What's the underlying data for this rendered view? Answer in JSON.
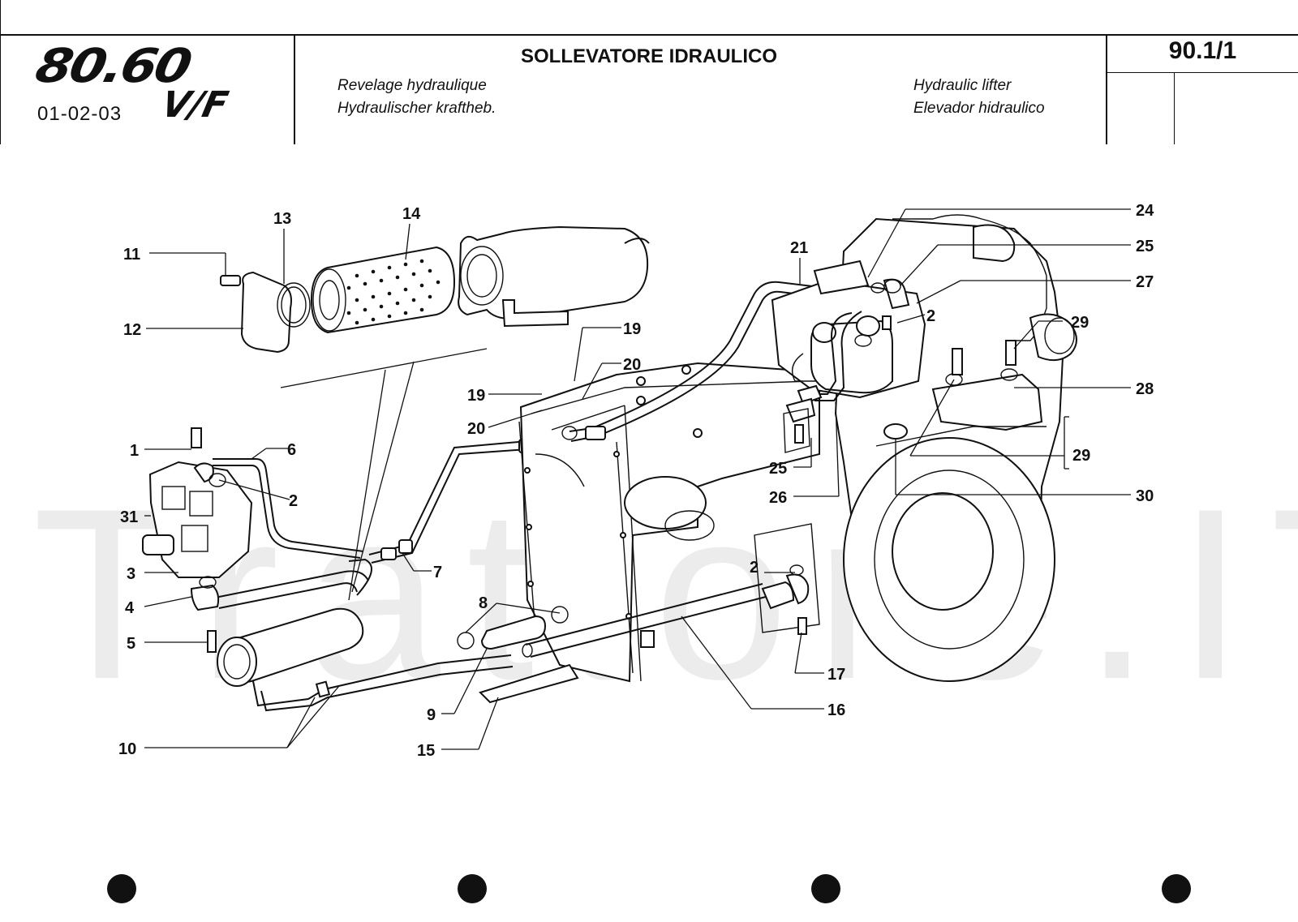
{
  "header": {
    "logo": {
      "models": "80.60",
      "variant": "V/F",
      "codes": "01-02-03"
    },
    "title": "SOLLEVATORE IDRAULICO",
    "title_fr": "Revelage hydraulique",
    "title_de": "Hydraulischer kraftheb.",
    "title_en": "Hydraulic lifter",
    "title_es": "Elevador hidraulico",
    "page_number": "90.1/1"
  },
  "watermark": "Trattore.IT",
  "callouts": [
    {
      "id": "c11",
      "label": "11"
    },
    {
      "id": "c12",
      "label": "12"
    },
    {
      "id": "c13",
      "label": "13"
    },
    {
      "id": "c14",
      "label": "14"
    },
    {
      "id": "c1",
      "label": "1"
    },
    {
      "id": "c6",
      "label": "6"
    },
    {
      "id": "c2a",
      "label": "2"
    },
    {
      "id": "c31",
      "label": "31"
    },
    {
      "id": "c3",
      "label": "3"
    },
    {
      "id": "c4",
      "label": "4"
    },
    {
      "id": "c5",
      "label": "5"
    },
    {
      "id": "c10",
      "label": "10"
    },
    {
      "id": "c7",
      "label": "7"
    },
    {
      "id": "c8",
      "label": "8"
    },
    {
      "id": "c9",
      "label": "9"
    },
    {
      "id": "c15",
      "label": "15"
    },
    {
      "id": "c19a",
      "label": "19"
    },
    {
      "id": "c20a",
      "label": "20"
    },
    {
      "id": "c19b",
      "label": "19"
    },
    {
      "id": "c20b",
      "label": "20"
    },
    {
      "id": "c21",
      "label": "21"
    },
    {
      "id": "c24",
      "label": "24"
    },
    {
      "id": "c25a",
      "label": "25"
    },
    {
      "id": "c27",
      "label": "27"
    },
    {
      "id": "c2b",
      "label": "2"
    },
    {
      "id": "c29a",
      "label": "29"
    },
    {
      "id": "c28",
      "label": "28"
    },
    {
      "id": "c29b",
      "label": "29"
    },
    {
      "id": "c30",
      "label": "30"
    },
    {
      "id": "c25b",
      "label": "25"
    },
    {
      "id": "c26",
      "label": "26"
    },
    {
      "id": "c2c",
      "label": "2"
    },
    {
      "id": "c16",
      "label": "16"
    },
    {
      "id": "c17",
      "label": "17"
    }
  ]
}
